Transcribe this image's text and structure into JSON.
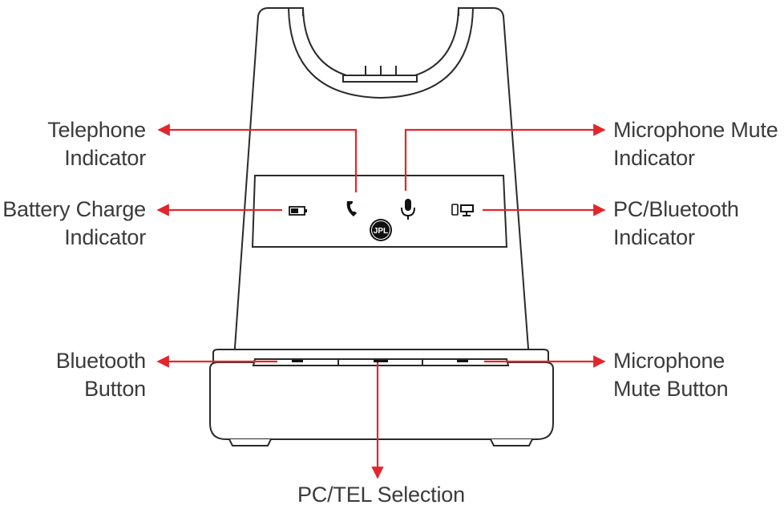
{
  "callouts": {
    "telephone_indicator": [
      "Telephone",
      "Indicator"
    ],
    "battery_charge_indicator": [
      "Battery Charge",
      "Indicator"
    ],
    "microphone_mute_indicator": [
      "Microphone Mute",
      "Indicator"
    ],
    "pc_bluetooth_indicator": [
      "PC/Bluetooth",
      "Indicator"
    ],
    "bluetooth_button": [
      "Bluetooth",
      "Button"
    ],
    "microphone_mute_button": [
      "Microphone",
      "Mute Button"
    ],
    "pc_tel_selection": "PC/TEL Selection"
  },
  "logo_text": "JPL",
  "colors": {
    "arrow": "#e3262b",
    "outline": "#2a2a2a",
    "text": "#3b3b3b"
  },
  "icons": [
    "battery-icon",
    "telephone-icon",
    "microphone-icon",
    "pc-bluetooth-icon",
    "jpl-logo"
  ]
}
